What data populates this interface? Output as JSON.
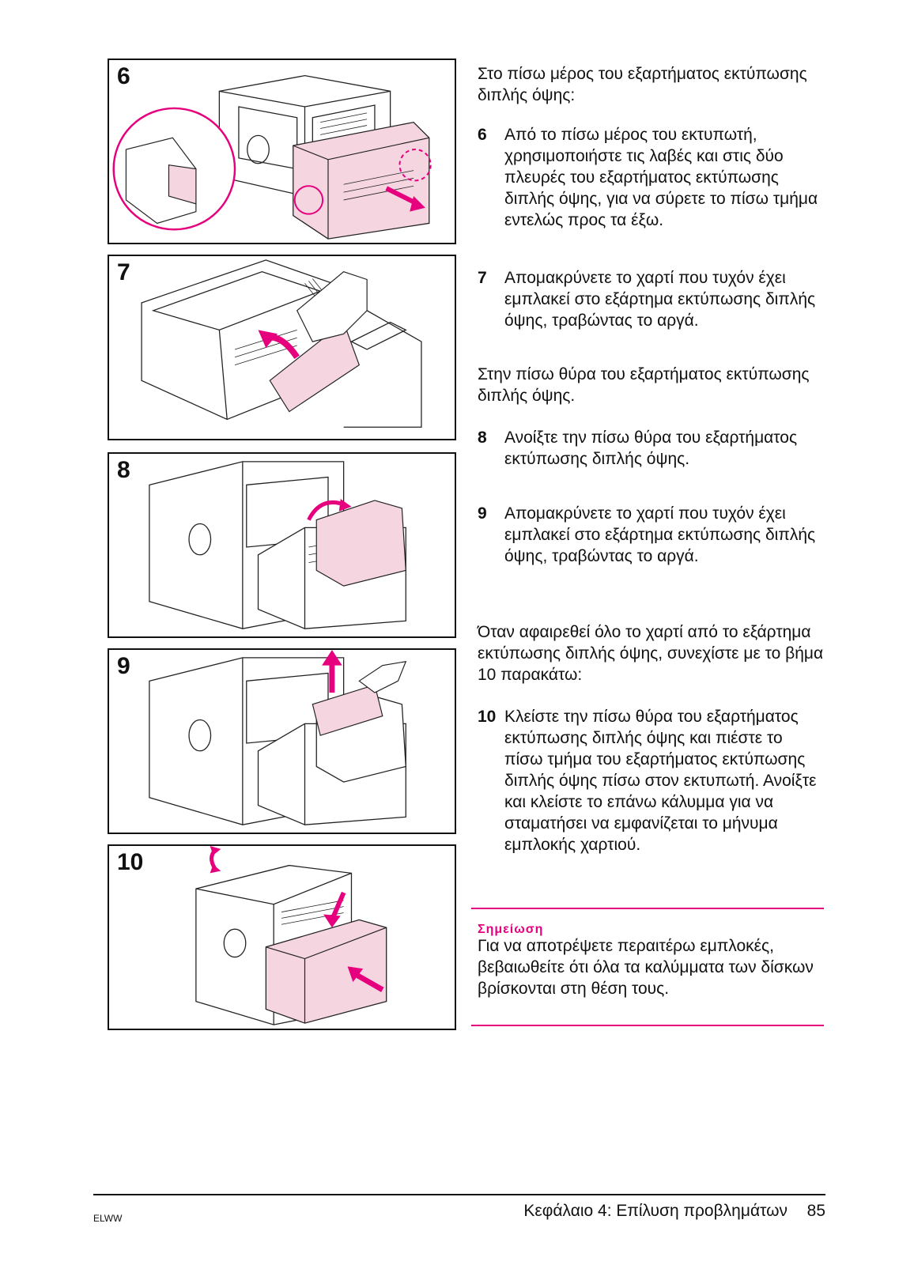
{
  "panels": [
    {
      "number": "6"
    },
    {
      "number": "7"
    },
    {
      "number": "8"
    },
    {
      "number": "9"
    },
    {
      "number": "10"
    }
  ],
  "intro1": "Στο πίσω μέρος του εξαρτήματος εκτύπωσης διπλής όψης:",
  "steps": {
    "s6": {
      "n": "6",
      "text": "Από το πίσω μέρος του εκτυπωτή, χρησιμοποιήστε τις λαβές και στις δύο πλευρές του εξαρτήματος εκτύπωσης διπλής όψης, για να σύρετε το πίσω τμήμα εντελώς προς τα έξω."
    },
    "s7": {
      "n": "7",
      "text": "Απομακρύνετε το χαρτί που τυχόν έχει εμπλακεί στο εξάρτημα εκτύπωσης διπλής όψης, τραβώντας το αργά."
    },
    "s8": {
      "n": "8",
      "text": "Ανοίξτε την πίσω θύρα του εξαρτήματος εκτύπωσης διπλής όψης."
    },
    "s9": {
      "n": "9",
      "text": "Απομακρύνετε το χαρτί που τυχόν έχει εμπλακεί στο εξάρτημα εκτύπωσης διπλής όψης, τραβώντας το αργά."
    },
    "s10": {
      "n": "10",
      "text": "Κλείστε την πίσω θύρα του εξαρτήματος εκτύπωσης διπλής όψης και πιέστε το πίσω τμήμα του εξαρτήματος εκτύπωσης διπλής όψης πίσω στον εκτυπωτή. Ανοίξτε και κλείστε το επάνω κάλυμμα για να σταματήσει να εμφανίζεται το μήνυμα εμπλοκής χαρτιού."
    }
  },
  "intro2": "Στην πίσω θύρα του εξαρτήματος εκτύπωσης διπλής όψης.",
  "intro3": "Όταν αφαιρεθεί όλο το χαρτί από το εξάρτημα εκτύπωσης διπλής όψης, συνεχίστε με το βήμα 10 παρακάτω:",
  "note": {
    "title": "Σημείωση",
    "text": "Για να αποτρέψετε περαιτέρω εμπλοκές, βεβαιωθείτε ότι όλα τα καλύμματα των δίσκων βρίσκονται στη θέση τους."
  },
  "footer": {
    "left": "ELWW",
    "chapter": "Κεφάλαιο 4: Επίλυση προβλημάτων",
    "page": "85"
  },
  "colors": {
    "accent": "#e6007e",
    "pink_fill": "#f5d5df"
  }
}
